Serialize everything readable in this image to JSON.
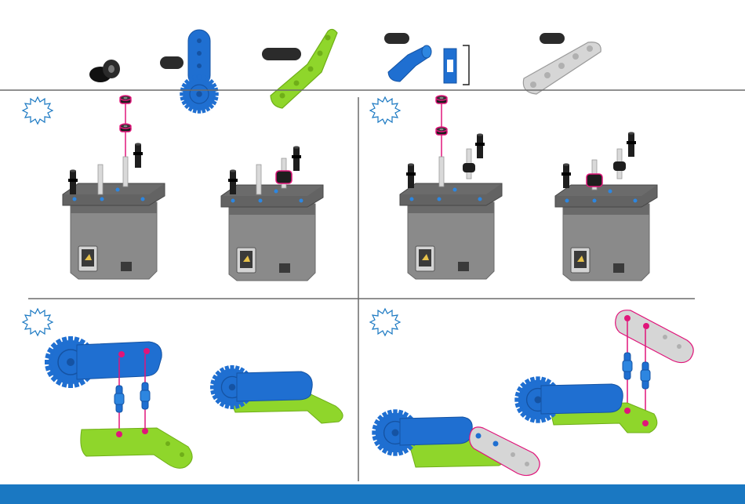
{
  "colors": {
    "blue": "#1f6fd1",
    "blue_dark": "#1553a3",
    "green": "#8fd62b",
    "green_dark": "#6fae18",
    "gray_part": "#d6d6d6",
    "gray_part_edge": "#9a9a9a",
    "motor_body": "#8a8a8a",
    "motor_top": "#5e5e5e",
    "magenta": "#e0157a",
    "divider": "#6b6b6b",
    "footer": "#1a78c2",
    "black_part": "#1e1e1e"
  },
  "parts_strip": [
    {
      "part": "black-bushing",
      "qty": ""
    },
    {
      "part": "blue-gear-arm",
      "qty": ""
    },
    {
      "part": "green-bent-beam",
      "qty": ""
    },
    {
      "part": "blue-axle-connector",
      "qty": ""
    },
    {
      "part": "gray-straight-beam",
      "qty": ""
    }
  ],
  "steps": [
    {
      "id": "step-1",
      "icon": "starburst-icon",
      "label": ""
    },
    {
      "id": "step-2",
      "icon": "starburst-icon",
      "label": ""
    },
    {
      "id": "step-3",
      "icon": "starburst-icon",
      "label": ""
    },
    {
      "id": "step-4",
      "icon": "starburst-icon",
      "label": ""
    }
  ]
}
